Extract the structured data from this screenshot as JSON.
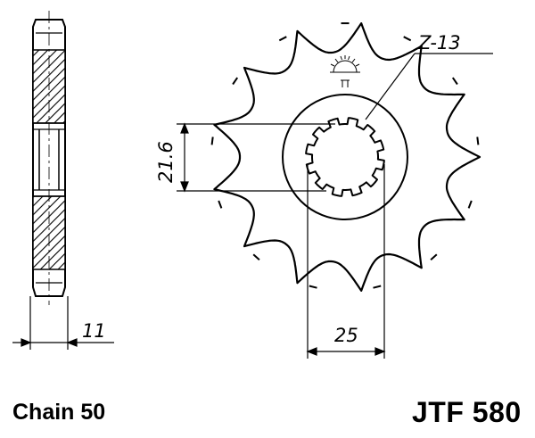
{
  "colors": {
    "line": "#000000",
    "background": "#ffffff"
  },
  "drawing": {
    "teeth_label": "Z-13",
    "bore_dimension": "21.6",
    "spline_dimension": "25",
    "thickness_dimension": "11",
    "teeth_count": 13,
    "spline_count": 12,
    "icon": "sun-symbol-icon"
  },
  "caption": {
    "chain": "Chain 50",
    "part_code": "JTF 580"
  }
}
